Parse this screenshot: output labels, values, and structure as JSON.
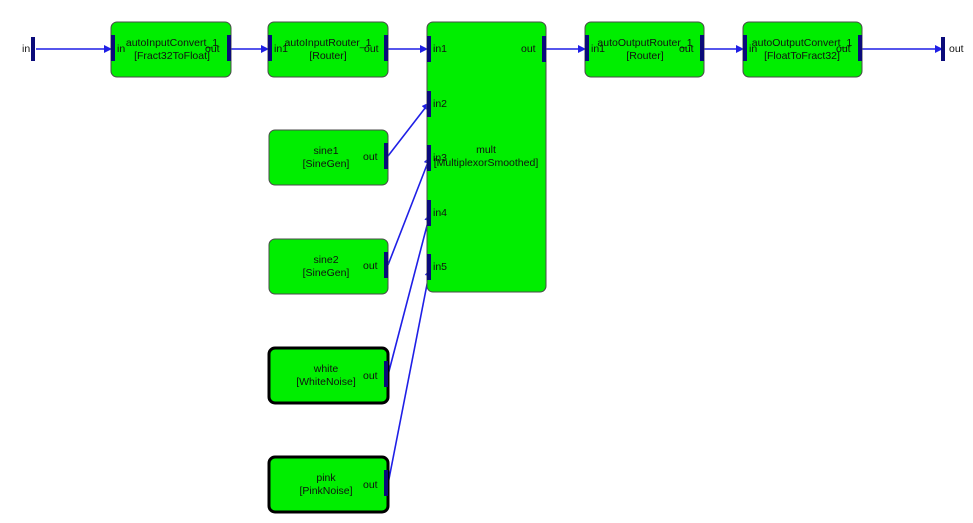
{
  "io": {
    "input_label": "in",
    "output_label": "out"
  },
  "blocks": {
    "aic": {
      "name": "autoInputConvert_1",
      "type": "[Fract32ToFloat]",
      "in": "in",
      "out": "out"
    },
    "air": {
      "name": "autoInputRouter_1",
      "type": "[Router]",
      "in": "in1",
      "out": "out"
    },
    "mult": {
      "name": "mult",
      "type": "[MultiplexorSmoothed]",
      "ins": [
        "in1",
        "in2",
        "in3",
        "in4",
        "in5"
      ],
      "out": "out"
    },
    "aor": {
      "name": "autoOutputRouter_1",
      "type": "[Router]",
      "in": "in1",
      "out": "out"
    },
    "aoc": {
      "name": "autoOutputConvert_1",
      "type": "[FloatToFract32]",
      "in": "in",
      "out": "out"
    },
    "sine1": {
      "name": "sine1",
      "type": "[SineGen]",
      "out": "out"
    },
    "sine2": {
      "name": "sine2",
      "type": "[SineGen]",
      "out": "out"
    },
    "white": {
      "name": "white",
      "type": "[WhiteNoise]",
      "out": "out"
    },
    "pink": {
      "name": "pink",
      "type": "[PinkNoise]",
      "out": "out"
    }
  },
  "colors": {
    "block_fill": "#00ee00",
    "wire": "#1f1fe6",
    "port": "#0a0a7a"
  }
}
